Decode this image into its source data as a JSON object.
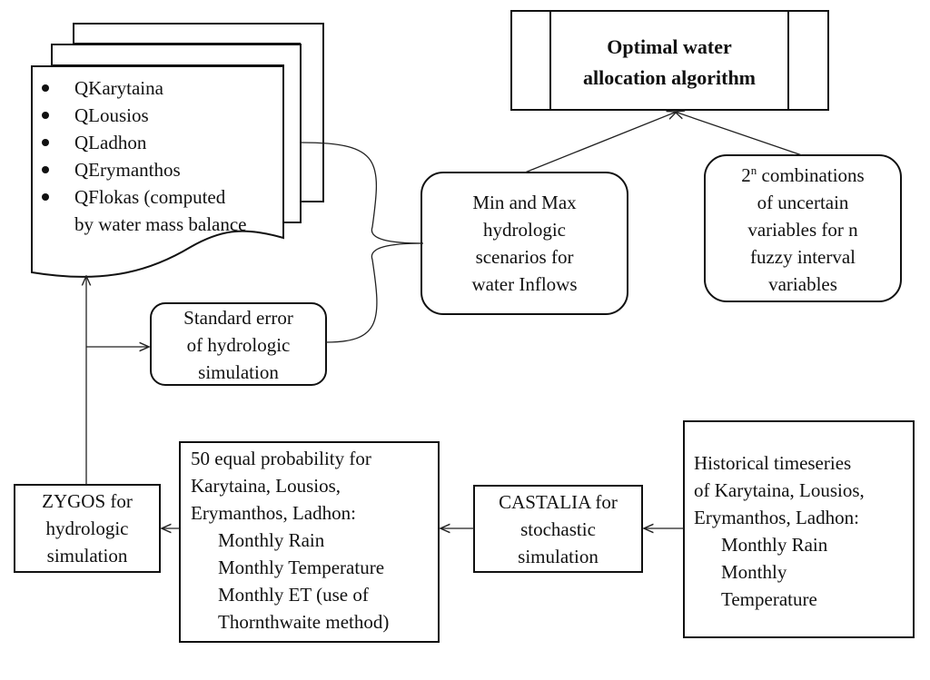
{
  "diagram": {
    "output_doc": {
      "items": [
        "QKarytaina",
        "QLousios",
        "QLadhon",
        "QErymanthos",
        "QFlokas (computed",
        "by water mass balance"
      ]
    },
    "optimal": {
      "line1": "Optimal water",
      "line2": "allocation algorithm"
    },
    "minmax": {
      "text": "Min and Max\nhydrologic\nscenarios for\nwater Inflows"
    },
    "combos": {
      "base": "2",
      "sup": "n",
      "rest": " combinations",
      "lines": "of uncertain\nvariables for n\nfuzzy interval\nvariables"
    },
    "stderr": {
      "text": "Standard error\nof hydrologic\nsimulation"
    },
    "zygos": {
      "text": "ZYGOS for\nhydrologic\nsimulation"
    },
    "equalprob": {
      "text": "50 equal probability for\nKarytaina, Lousios,\nErymanthos, Ladhon:",
      "indented": "Monthly Rain\nMonthly Temperature\nMonthly ET (use of\nThornthwaite method)"
    },
    "castalia": {
      "text": "CASTALIA for\nstochastic\nsimulation"
    },
    "historical": {
      "text": "Historical timeseries\nof Karytaina, Lousios,\nErymanthos, Ladhon:",
      "indented": "Monthly Rain\nMonthly\nTemperature"
    }
  }
}
